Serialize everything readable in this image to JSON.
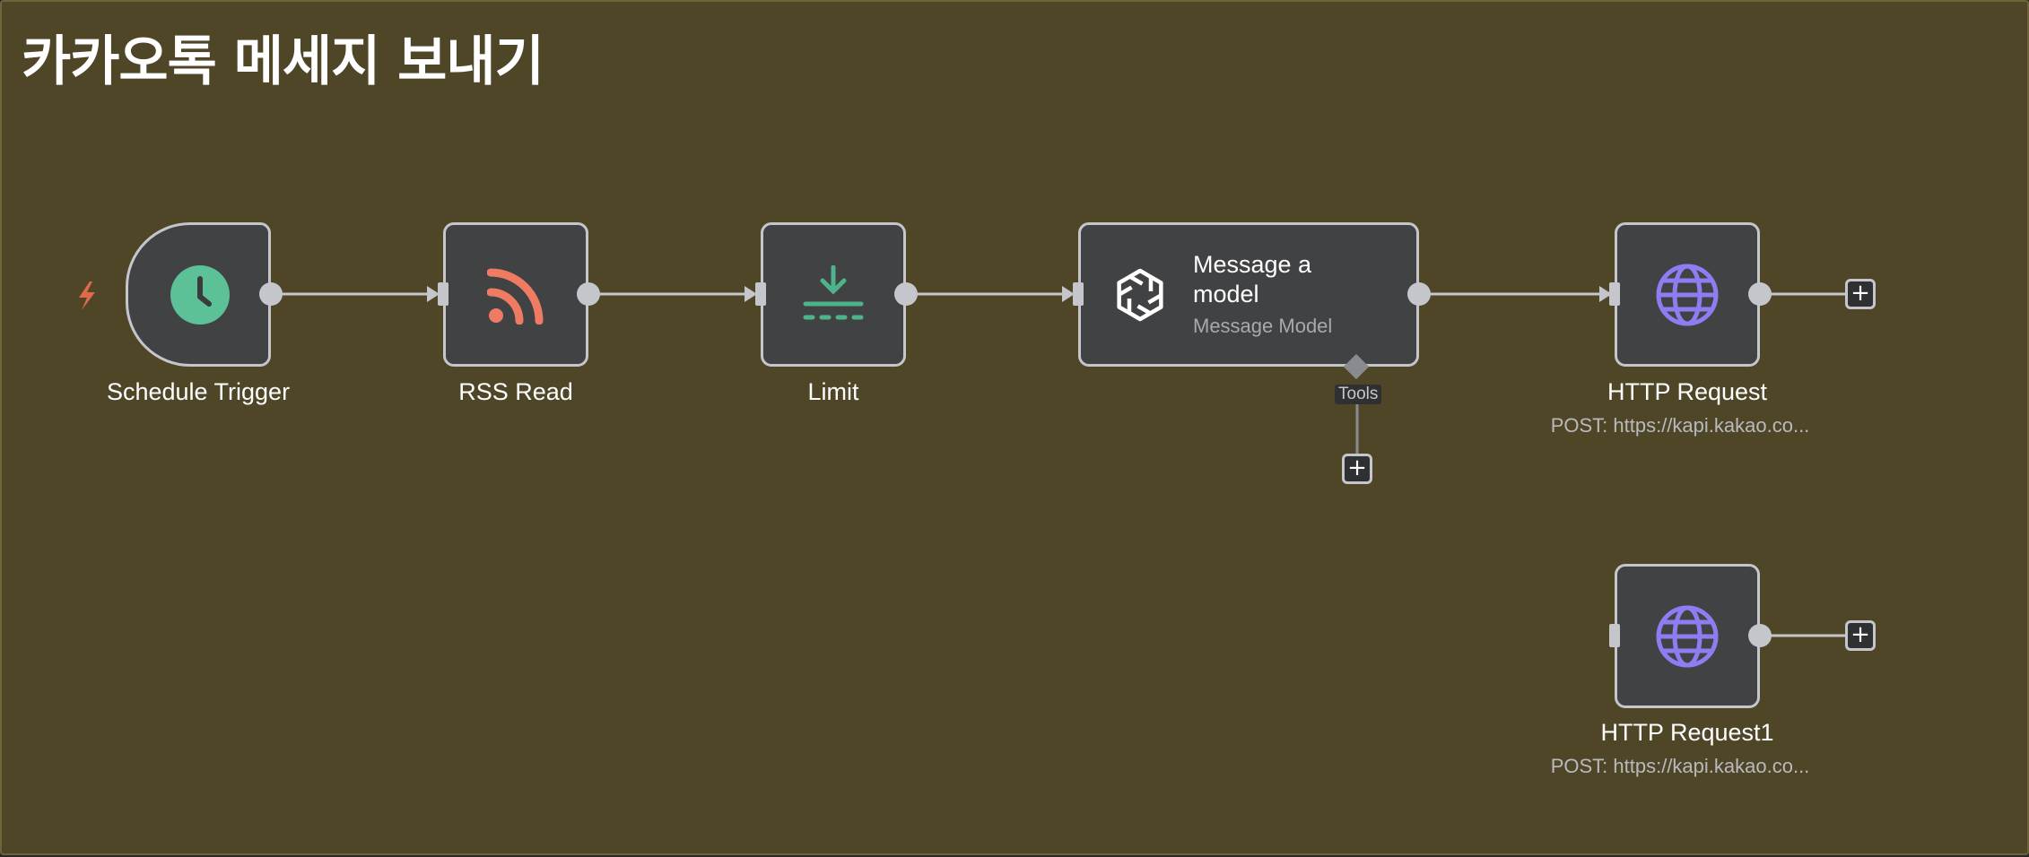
{
  "workflow": {
    "title": "카카오톡 메세지 보내기"
  },
  "colors": {
    "canvas_bg": "#4f4628",
    "node_bg": "#414244",
    "node_border": "#c5c6cc",
    "schedule_accent": "#5cc196",
    "rss_accent": "#ef7b63",
    "limit_accent": "#4eb38a",
    "http_accent": "#8c7ef2",
    "trigger_bolt": "#e0694a"
  },
  "nodes": {
    "schedule": {
      "label": "Schedule Trigger",
      "icon": "clock-icon"
    },
    "rss": {
      "label": "RSS Read",
      "icon": "rss-icon"
    },
    "limit": {
      "label": "Limit",
      "icon": "limit-icon"
    },
    "ai": {
      "title": "Message a model",
      "subtitle": "Message Model",
      "icon": "openai-icon",
      "tools_label": "Tools"
    },
    "http1": {
      "label": "HTTP Request",
      "sublabel": "POST: https://kapi.kakao.co...",
      "icon": "globe-icon"
    },
    "http2": {
      "label": "HTTP Request1",
      "sublabel": "POST: https://kapi.kakao.co...",
      "icon": "globe-icon"
    }
  },
  "buttons": {
    "add": "+"
  }
}
